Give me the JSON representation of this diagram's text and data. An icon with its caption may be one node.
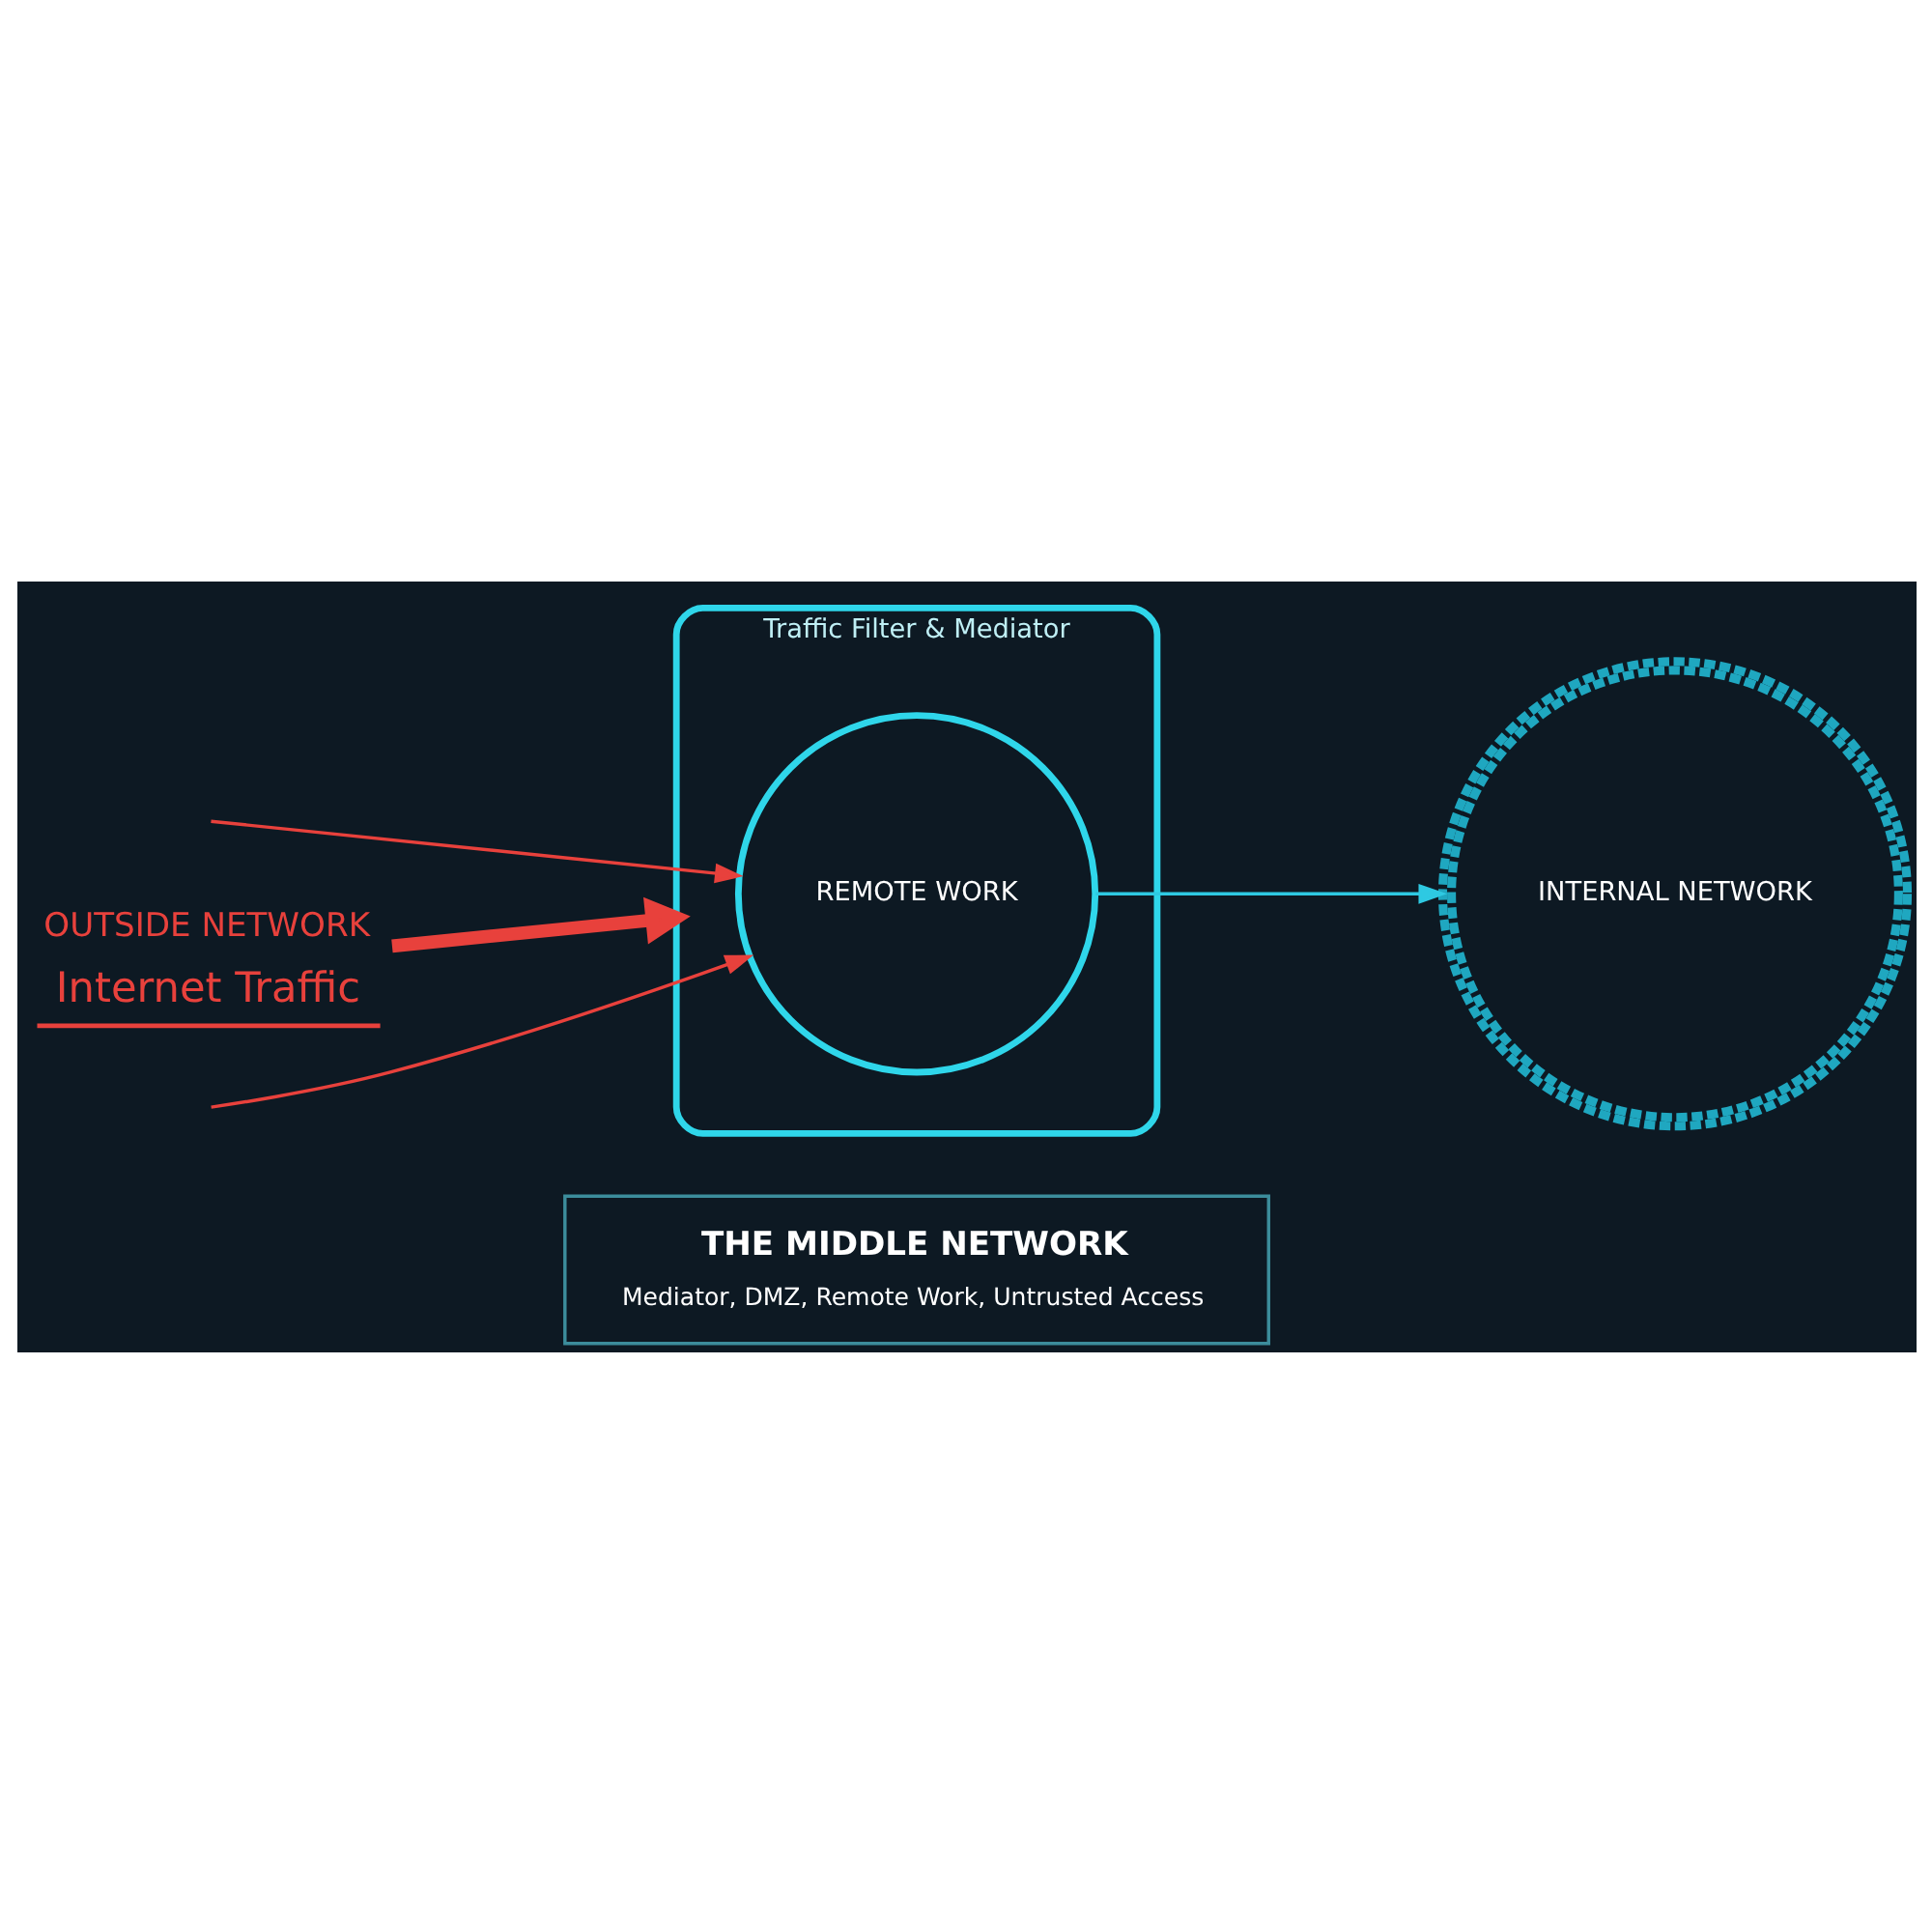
{
  "diagram": {
    "nodes": [
      {
        "text": [
          "OUTSIDE NETWORK",
          "Internet Traffic"
        ]
      },
      {
        "text": [
          "Traffic Filter & Mediator"
        ]
      },
      {
        "text": [
          "REMOTE WORK"
        ],
        "in": 1
      },
      {
        "text": [
          "INTERNAL NETWORK"
        ]
      },
      {
        "text": [
          "THE MIDDLE NETWORK",
          "Mediator, DMZ, Remote Work, Untrusted Access"
        ]
      }
    ],
    "edges": [
      {
        "from": null,
        "to": 2,
        "arrow": "to"
      },
      {
        "from": 0,
        "to": 1,
        "arrow": "to",
        "style": "thick"
      },
      {
        "from": null,
        "to": 2,
        "arrow": "to"
      },
      {
        "from": 2,
        "to": 3,
        "arrow": "to",
        "color": "#2ec9e2"
      }
    ]
  }
}
